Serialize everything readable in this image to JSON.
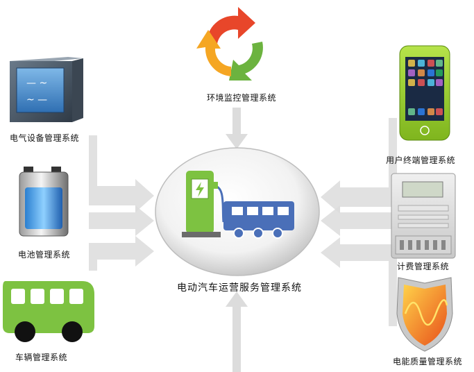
{
  "center": {
    "label": "电动汽车运营服务管理系统"
  },
  "systems": {
    "environment": {
      "label": "环境监控管理系统",
      "icon": "cycle-arrows-icon"
    },
    "electrical": {
      "label": "电气设备管理系统",
      "icon": "electrical-cabinet-icon"
    },
    "battery": {
      "label": "电池管理系统",
      "icon": "battery-icon"
    },
    "vehicle": {
      "label": "车辆管理系统",
      "icon": "bus-icon"
    },
    "terminal": {
      "label": "用户终端管理系统",
      "icon": "smartphone-icon"
    },
    "billing": {
      "label": "计费管理系统",
      "icon": "electricity-meter-icon"
    },
    "power_quality": {
      "label": "电能质量管理系统",
      "icon": "shield-wave-icon"
    }
  },
  "colors": {
    "green": "#7dc241",
    "bus_blue": "#4a6fb8",
    "arrow_gray": "#d9d9d9",
    "shield_orange": "#f39a1e"
  }
}
